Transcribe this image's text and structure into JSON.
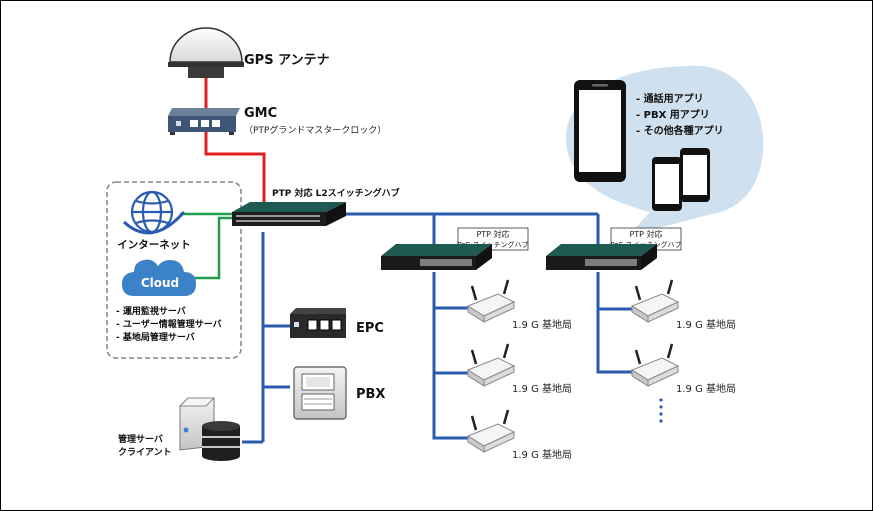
{
  "gps": {
    "label": "GPS アンテナ"
  },
  "gmc": {
    "label": "GMC",
    "sublabel": "（PTPグランドマスタークロック）"
  },
  "core_switch": {
    "label": "PTP 対応 L2スイッチングハブ"
  },
  "poe_switch_1": {
    "line1": "PTP 対応",
    "line2": "PoE スイッチングハブ"
  },
  "poe_switch_2": {
    "line1": "PTP 対応",
    "line2": "PoE スイッチングハブ"
  },
  "internet": {
    "label": "インターネット"
  },
  "cloud": {
    "label": "Cloud",
    "items": [
      "- 運用監視サーバ",
      "- ユーザー情報管理サーバ",
      "- 基地局管理サーバ"
    ]
  },
  "epc": {
    "label": "EPC"
  },
  "pbx": {
    "label": "PBX"
  },
  "management_server": {
    "line1": "管理サーバ",
    "line2": "クライアント"
  },
  "apps": {
    "items": [
      "- 通話用アプリ",
      "- PBX 用アプリ",
      "- その他各種アプリ"
    ]
  },
  "base_stations": {
    "label": "1.9 G 基地局"
  },
  "colors": {
    "sync_line": "#e02020",
    "net_line": "#2a5bb0",
    "cloud_line": "#1e9e4a",
    "bubble": "#cfe0ee"
  }
}
